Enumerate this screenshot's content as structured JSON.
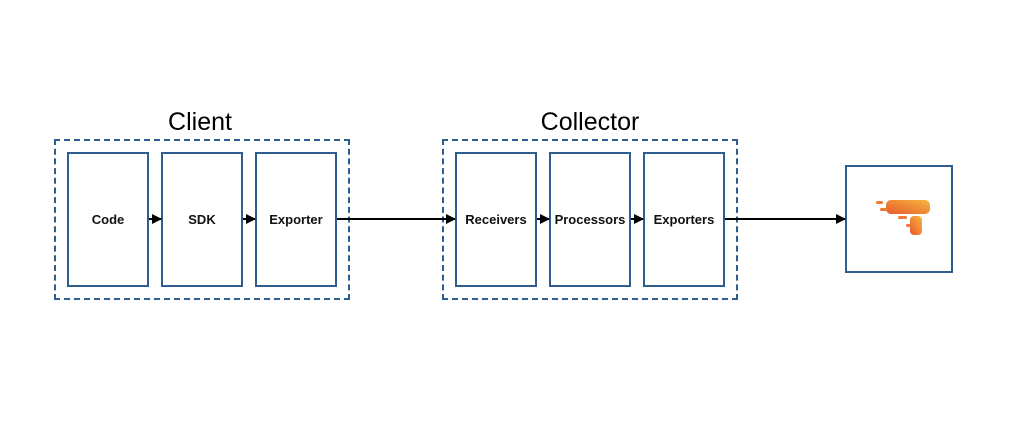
{
  "client": {
    "title": "Client",
    "stages": [
      "Code",
      "SDK",
      "Exporter"
    ]
  },
  "collector": {
    "title": "Collector",
    "stages": [
      "Receivers",
      "Processors",
      "Exporters"
    ]
  },
  "destination": {
    "icon": "backend-logo-icon"
  },
  "colors": {
    "box_border": "#2f5d8f",
    "arrow": "#000000",
    "logo_gradient_start": "#f5b642",
    "logo_gradient_end": "#ea5a2b"
  }
}
